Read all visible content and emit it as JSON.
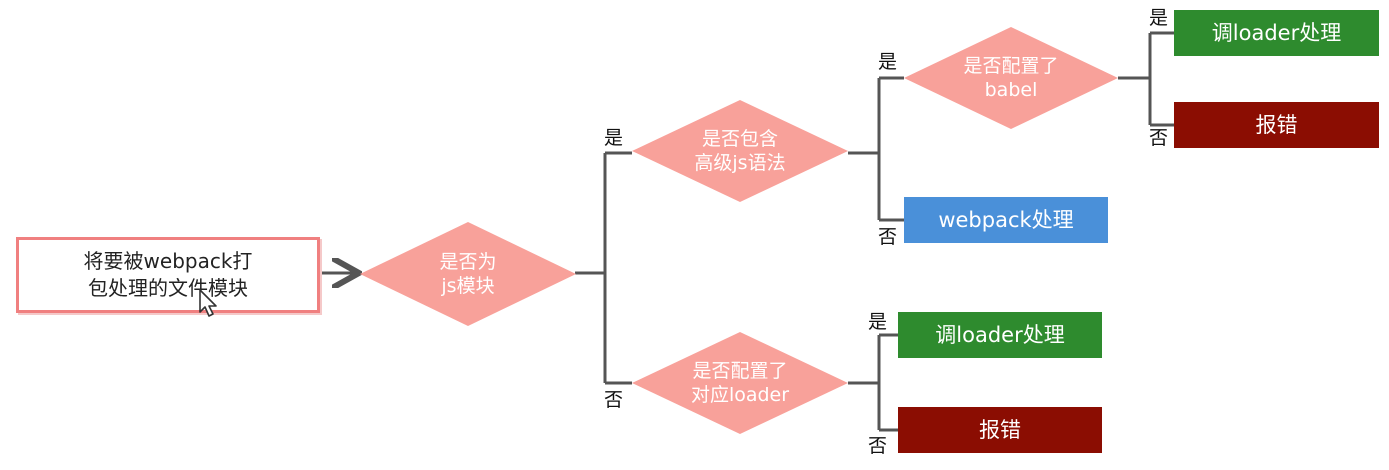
{
  "colors": {
    "decision": "#f8a19a",
    "green": "#2e8b2e",
    "blue": "#4a90d9",
    "red": "#8b0d02",
    "line": "#555555",
    "start_border": "#f08080"
  },
  "start": {
    "text": "将要被webpack打\n包处理的文件模块"
  },
  "d1": {
    "text": "是否为\njs模块"
  },
  "d2": {
    "text": "是否包含\n高级js语法"
  },
  "d3": {
    "text": "是否配置了\nbabel"
  },
  "d4": {
    "text": "是否配置了\n对应loader"
  },
  "outcomes": {
    "loader_top": "调loader处理",
    "error_top": "报错",
    "webpack": "webpack处理",
    "loader_bottom": "调loader处理",
    "error_bottom": "报错"
  },
  "labels": {
    "yes_d1": "是",
    "no_d1": "否",
    "yes_d2": "是",
    "no_d2": "否",
    "yes_d3": "是",
    "no_d3": "否",
    "yes_d4": "是",
    "no_d4": "否"
  },
  "icons": {
    "cursor": "mouse-pointer-icon"
  }
}
